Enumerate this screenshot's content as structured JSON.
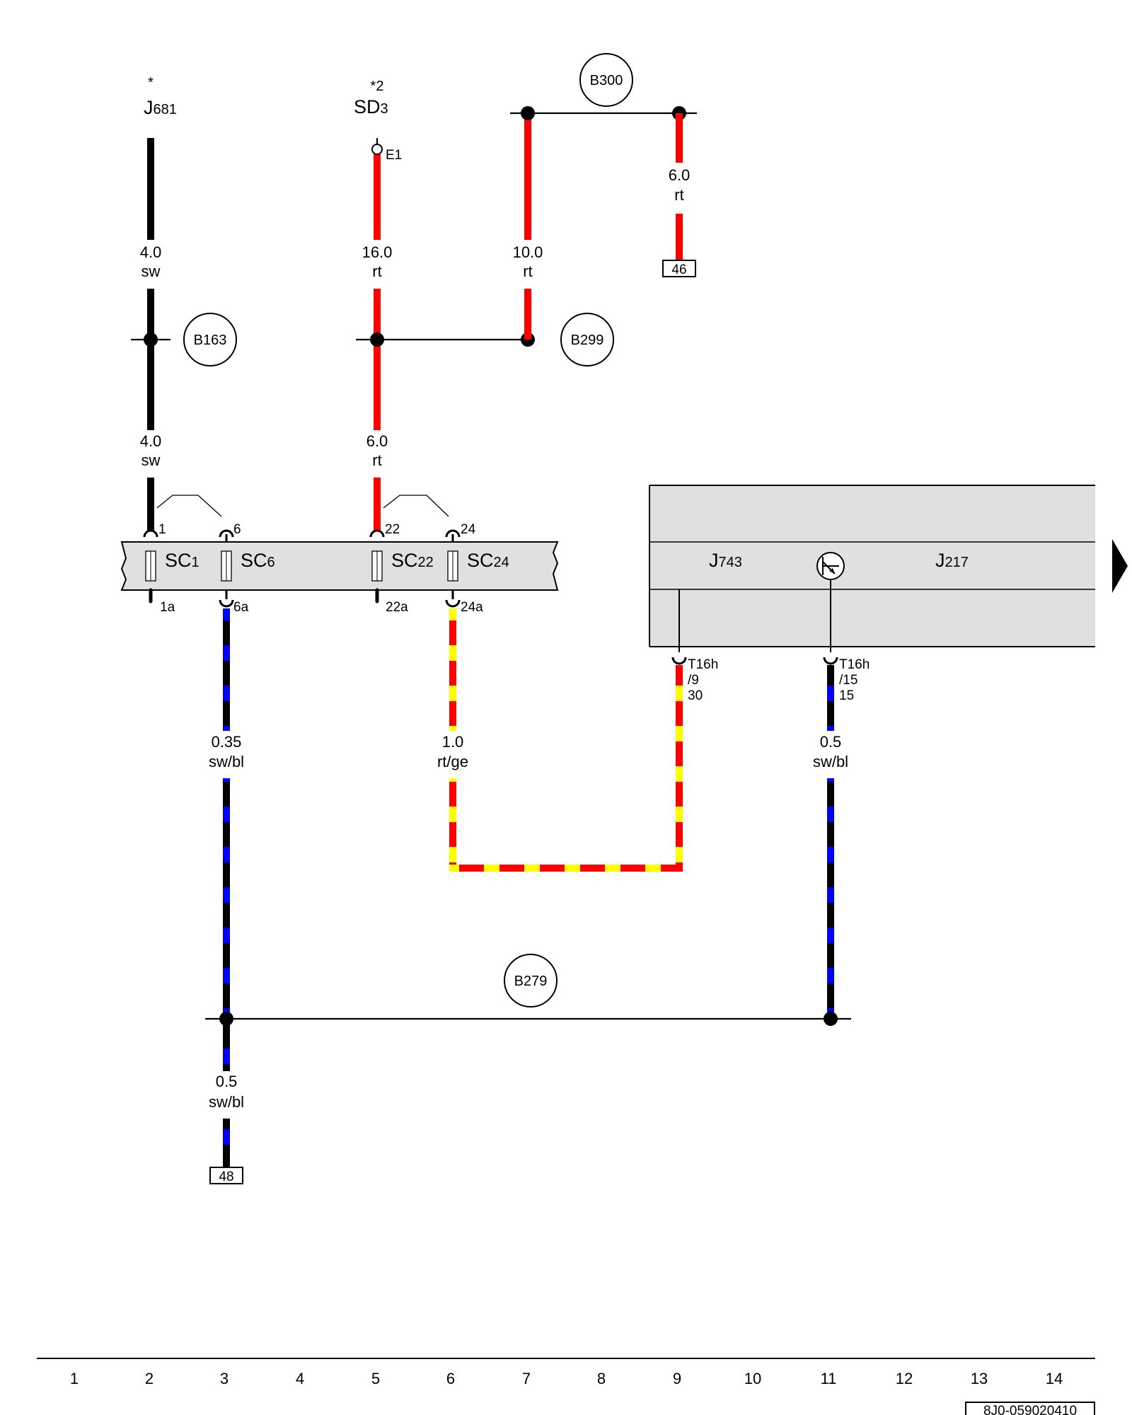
{
  "components": {
    "j681": {
      "star": "*",
      "base": "J",
      "sub": "681"
    },
    "sd3": {
      "star": "*2",
      "base": "SD",
      "sub": "3"
    },
    "sc1": {
      "base": "SC",
      "sub": "1"
    },
    "sc6": {
      "base": "SC",
      "sub": "6"
    },
    "sc22": {
      "base": "SC",
      "sub": "22"
    },
    "sc24": {
      "base": "SC",
      "sub": "24"
    },
    "j743": {
      "base": "J",
      "sub": "743"
    },
    "j217": {
      "base": "J",
      "sub": "217"
    }
  },
  "wires": {
    "w1a": {
      "size": "4.0",
      "color": "sw"
    },
    "w1b": {
      "size": "4.0",
      "color": "sw"
    },
    "w2a": {
      "size": "16.0",
      "color": "rt"
    },
    "w2b": {
      "size": "6.0",
      "color": "rt"
    },
    "w3": {
      "size": "10.0",
      "color": "rt"
    },
    "w4": {
      "size": "6.0",
      "color": "rt"
    },
    "w5a": {
      "size": "0.35",
      "color": "sw/bl"
    },
    "w5b": {
      "size": "0.5",
      "color": "sw/bl"
    },
    "w6": {
      "size": "1.0",
      "color": "rt/ge"
    },
    "w7": {
      "size": "0.5",
      "color": "sw/bl"
    }
  },
  "junctions": {
    "b163": "B163",
    "b299": "B299",
    "b300": "B300",
    "b279": "B279"
  },
  "pins": {
    "e1": "E1",
    "p1": "1",
    "p6": "6",
    "p22": "22",
    "p24": "24",
    "p1a": "1a",
    "p6a": "6a",
    "p22a": "22a",
    "p24a": "24a",
    "t9_a": "T16h",
    "t9_b": "/9",
    "t9_c": "30",
    "t15_a": "T16h",
    "t15_b": "/15",
    "t15_c": "15"
  },
  "refs": {
    "r46": "46",
    "r48": "48"
  },
  "grid": [
    "1",
    "2",
    "3",
    "4",
    "5",
    "6",
    "7",
    "8",
    "9",
    "10",
    "11",
    "12",
    "13",
    "14"
  ],
  "doc_id": "8J0-059020410",
  "colors": {
    "sw": "#000000",
    "rt": "#ff0000",
    "bl": "#0000ff",
    "ge": "#ffff00",
    "module_fill": "#e0e0e0"
  }
}
